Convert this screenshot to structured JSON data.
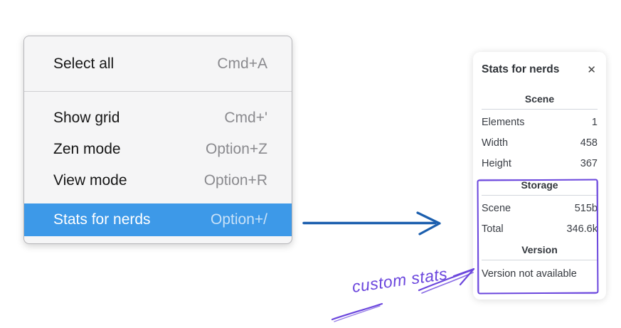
{
  "context_menu": {
    "items": [
      {
        "label": "Select all",
        "shortcut": "Cmd+A",
        "highlighted": false
      },
      {
        "label": "Show grid",
        "shortcut": "Cmd+'",
        "highlighted": false
      },
      {
        "label": "Zen mode",
        "shortcut": "Option+Z",
        "highlighted": false
      },
      {
        "label": "View mode",
        "shortcut": "Option+R",
        "highlighted": false
      },
      {
        "label": "Stats for nerds",
        "shortcut": "Option+/",
        "highlighted": true
      }
    ],
    "highlight_color": "#3d99e8"
  },
  "stats_panel": {
    "title": "Stats for nerds",
    "close_icon": {
      "name": "close-icon",
      "glyph": "✕"
    },
    "sections": [
      {
        "heading": "Scene",
        "rows": [
          {
            "label": "Elements",
            "value": "1"
          },
          {
            "label": "Width",
            "value": "458"
          },
          {
            "label": "Height",
            "value": "367"
          }
        ]
      },
      {
        "heading": "Storage",
        "rows": [
          {
            "label": "Scene",
            "value": "515b"
          },
          {
            "label": "Total",
            "value": "346.6k"
          }
        ]
      },
      {
        "heading": "Version",
        "note": "Version not available"
      }
    ]
  },
  "annotations": {
    "custom_stats_label": "custom stats",
    "violet_color": "#6b46dd",
    "blue_arrow_color": "#1c5fae"
  }
}
